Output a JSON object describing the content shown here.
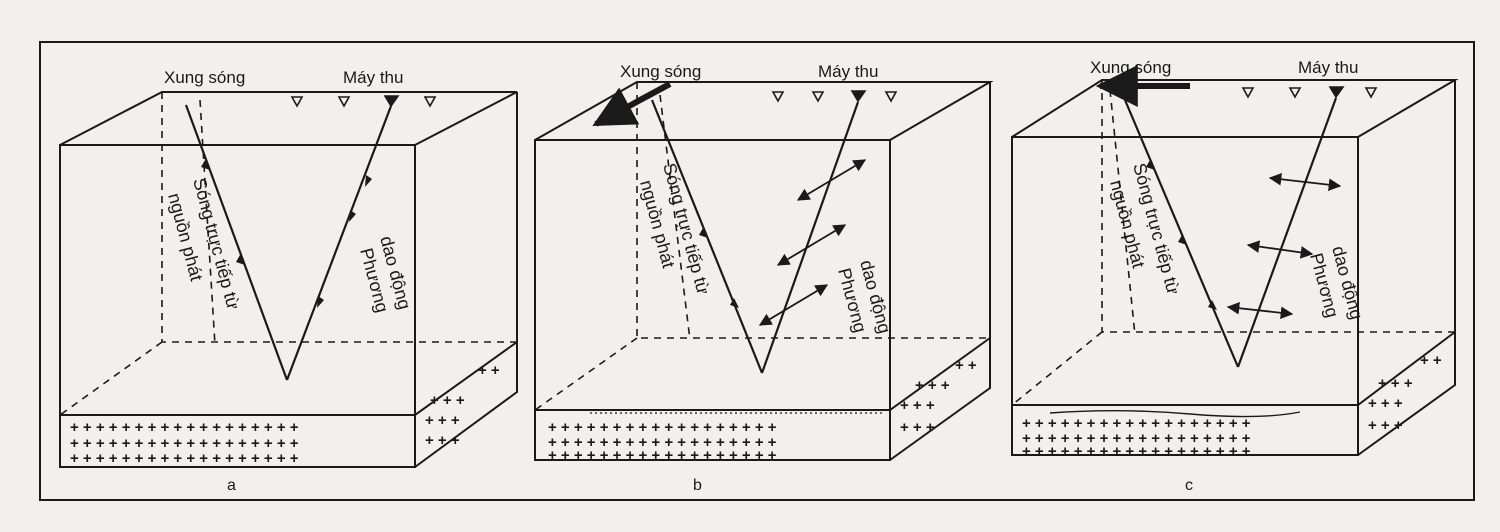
{
  "panels": [
    {
      "id": "a",
      "caption": "a",
      "source_label": "Xung sóng",
      "receiver_label": "Máy thu",
      "ray_label_1": "Sóng trực tiếp từ",
      "ray_label_2": "nguồn phát",
      "motion_label_1": "Phương",
      "motion_label_2": "dao động"
    },
    {
      "id": "b",
      "caption": "b",
      "source_label": "Xung sóng",
      "receiver_label": "Máy thu",
      "ray_label_1": "Sóng trực tiếp từ",
      "ray_label_2": "nguồn phát",
      "motion_label_1": "Phương",
      "motion_label_2": "dao động"
    },
    {
      "id": "c",
      "caption": "c",
      "source_label": "Xung sóng",
      "receiver_label": "Máy thu",
      "ray_label_1": "Sóng trực tiếp từ",
      "ray_label_2": "nguồn phát",
      "motion_label_1": "Phương",
      "motion_label_2": "dao động"
    }
  ]
}
